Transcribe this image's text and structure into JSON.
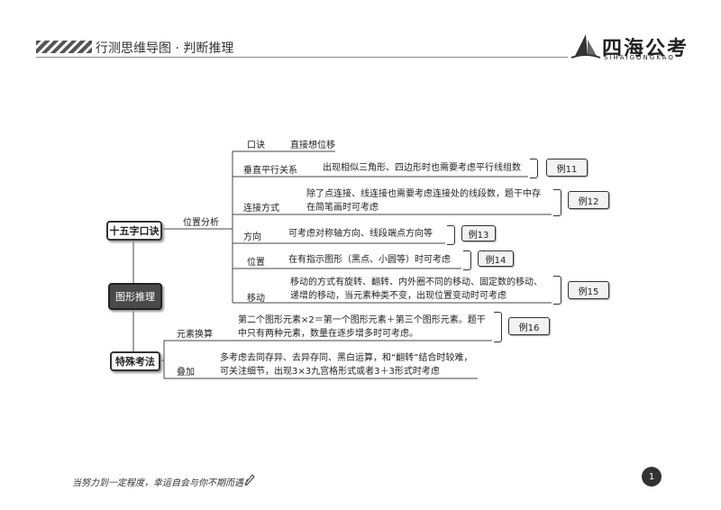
{
  "header": {
    "title": "行测思维导图 · 判断推理",
    "logo_name": "四海公考",
    "logo_sub": "SIHAIGONGKAO"
  },
  "tree": {
    "center": "图形推理",
    "branch1": {
      "title": "十五字口诀",
      "sub_label": "位置分析",
      "mnemonic_label": "口诀",
      "mnemonic_value": "直接想位移",
      "items": [
        {
          "label": "垂直平行关系",
          "desc": "出现相似三角形、四边形时也需要考虑平行线组数",
          "example": "例11"
        },
        {
          "label": "连接方式",
          "desc": "除了点连接、线连接也需要考虑连接处的线段数，题干中存在简笔画时可考虑",
          "example": "例12"
        },
        {
          "label": "方向",
          "desc": "可考虑对称轴方向、线段端点方向等",
          "example": "例13"
        },
        {
          "label": "位置",
          "desc": "在有指示图形（黑点、小圆等）时可考虑",
          "example": "例14"
        },
        {
          "label": "移动",
          "desc": "移动的方式有旋转、翻转、内外圈不同的移动、固定数的移动、递增的移动，当元素种类不变，出现位置变动时可考虑",
          "example": "例15"
        }
      ]
    },
    "branch2": {
      "title": "特殊考法",
      "items": [
        {
          "label": "元素换算",
          "desc": "第二个图形元素×2＝第一个图形元素＋第三个图形元素。题干中只有两种元素，数量在逐步增多时可考虑。",
          "example": "例16"
        },
        {
          "label": "叠加",
          "desc": "多考虑去同存异、去异存同、黑白运算，和“翻转”结合时较难，可关注细节，出现3×3九宫格形式或者3＋3形式时考虑"
        }
      ]
    }
  },
  "footer": {
    "slogan": "当努力到一定程度，幸运自会与你不期而遇！",
    "page": "1"
  }
}
